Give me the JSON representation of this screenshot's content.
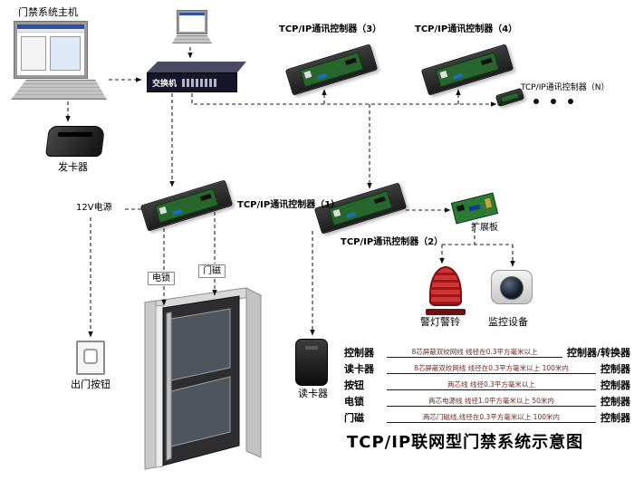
{
  "title": "TCP/IP联网型门禁系统示意图",
  "nodes": {
    "host": "门禁系统主机",
    "card_issuer": "发卡器",
    "switch": "交换机",
    "controller1": "TCP/IP通讯控制器（1）",
    "controller2": "TCP/IP通讯控制器（2）",
    "controller3": "TCP/IP通讯控制器（3）",
    "controller4": "TCP/IP通讯控制器（4）",
    "controllerN": "TCP/IP通讯控制器（N）",
    "power12v": "12V电源",
    "expansion_board": "扩展板",
    "alarm": "警灯警铃",
    "monitor": "监控设备",
    "electric_lock": "电锁",
    "door_magnet": "门磁",
    "exit_button": "出门按钮",
    "card_reader": "读卡器"
  },
  "table": {
    "rows": [
      {
        "from": "控制器",
        "wire": "8芯屏蔽双绞网线  线径在0.3平方毫米以上",
        "to": "控制器/转换器"
      },
      {
        "from": "读卡器",
        "wire": "8芯屏蔽双绞网线  线径在0.3平方毫米以上  100米内",
        "to": "控制器"
      },
      {
        "from": "按钮",
        "wire": "两芯线  线径0.3平方毫米以上",
        "to": "控制器"
      },
      {
        "from": "电锁",
        "wire": "两芯电源线  线径1.0平方毫米以上  50米内",
        "to": "控制器"
      },
      {
        "from": "门磁",
        "wire": "两芯门磁线,线径在0.3平方毫米以上  100米内",
        "to": "控制器"
      }
    ]
  },
  "colors": {
    "pcb_green": "#27662d",
    "alarm_red": "#c02a2a",
    "switch_body": "#16162a",
    "wire_spec_text": "#702820",
    "line": "#222222"
  }
}
